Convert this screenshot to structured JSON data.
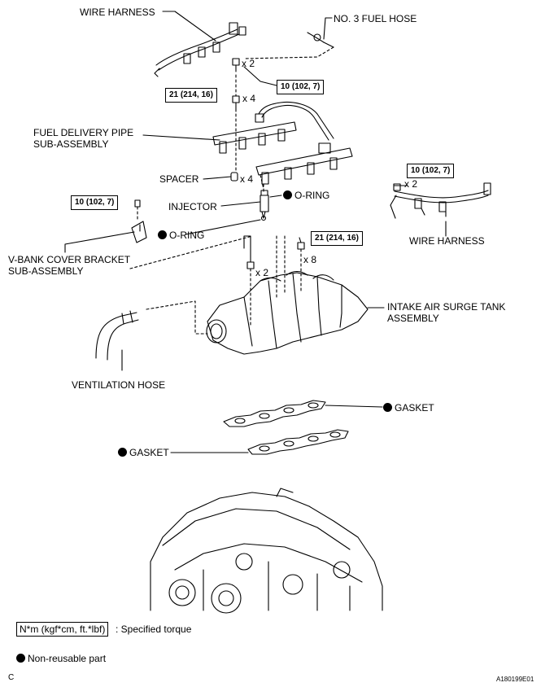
{
  "labels": {
    "wire_harness_top": "WIRE HARNESS",
    "no3_fuel_hose": "NO. 3 FUEL HOSE",
    "fuel_delivery_pipe": "FUEL DELIVERY PIPE\nSUB-ASSEMBLY",
    "spacer": "SPACER",
    "injector": "INJECTOR",
    "o_ring_upper": "O-RING",
    "o_ring_lower": "O-RING",
    "wire_harness_right": "WIRE HARNESS",
    "vbank_bracket": "V-BANK COVER BRACKET\nSUB-ASSEMBLY",
    "intake_tank": "INTAKE AIR SURGE TANK\nASSEMBLY",
    "ventilation_hose": "VENTILATION HOSE",
    "gasket_upper": "GASKET",
    "gasket_lower": "GASKET"
  },
  "torques": {
    "t_harness_top": "10 (102, 7)",
    "t_pipe": "21 (214, 16)",
    "t_bracket": "10 (102, 7)",
    "t_harness_right": "10 (102, 7)",
    "t_tank": "21 (214, 16)"
  },
  "counts": {
    "x2_top": "x 2",
    "x4_pipe": "x 4",
    "x4_spacer": "x 4",
    "x2_right": "x 2",
    "x2_tank": "x 2",
    "x8_tank": "x 8"
  },
  "legend": {
    "torque_units": "N*m (kgf*cm, ft.*lbf)",
    "torque_desc": ": Specified torque",
    "nonreusable": "Non-reusable part"
  },
  "footer": {
    "code_left": "C",
    "code_right": "A180199E01"
  }
}
